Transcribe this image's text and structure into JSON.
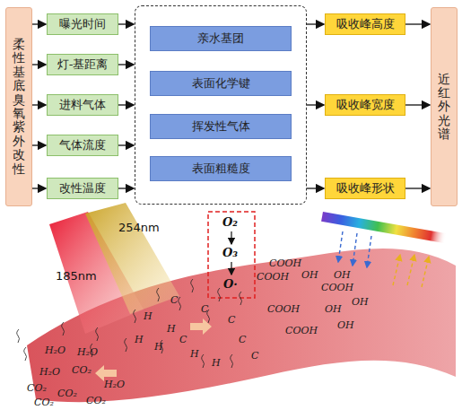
{
  "diagram": {
    "nodes": [
      {
        "text": [
          "柔性基底臭氧紫外改性"
        ]
      },
      {
        "text": [
          "曝光时间"
        ]
      },
      {
        "text": [
          "灯-基距离"
        ]
      },
      {
        "text": [
          "进料气体"
        ]
      },
      {
        "text": [
          "气体流度"
        ]
      },
      {
        "text": [
          "改性温度"
        ]
      },
      {
        "text": []
      },
      {
        "text": [
          "亲水基团"
        ],
        "in": 6
      },
      {
        "text": [
          "表面化学键"
        ],
        "in": 6
      },
      {
        "text": [
          "挥发性气体"
        ],
        "in": 6
      },
      {
        "text": [
          "表面粗糙度"
        ],
        "in": 6
      },
      {
        "text": [
          "吸收峰高度"
        ]
      },
      {
        "text": [
          "吸收峰宽度"
        ]
      },
      {
        "text": [
          "吸收峰形状"
        ]
      },
      {
        "text": [
          "近红外光谱"
        ]
      }
    ],
    "edges": [
      {
        "from": 0,
        "to": 1,
        "arrow": "to"
      },
      {
        "from": 0,
        "to": 2,
        "arrow": "to"
      },
      {
        "from": 0,
        "to": 3,
        "arrow": "to"
      },
      {
        "from": 0,
        "to": 4,
        "arrow": "to"
      },
      {
        "from": 0,
        "to": 5,
        "arrow": "to"
      },
      {
        "from": 1,
        "to": 6,
        "arrow": "to"
      },
      {
        "from": 2,
        "to": 6,
        "arrow": "to"
      },
      {
        "from": 3,
        "to": 6,
        "arrow": "to"
      },
      {
        "from": 4,
        "to": 6,
        "arrow": "to"
      },
      {
        "from": 5,
        "to": 6,
        "arrow": "to"
      },
      {
        "from": 6,
        "to": 11,
        "arrow": "to"
      },
      {
        "from": 6,
        "to": 12,
        "arrow": "to"
      },
      {
        "from": 6,
        "to": 13,
        "arrow": "to"
      },
      {
        "from": 11,
        "to": 14,
        "arrow": "to"
      },
      {
        "from": 12,
        "to": 14,
        "arrow": "to"
      },
      {
        "from": 13,
        "to": 14,
        "arrow": "to"
      }
    ],
    "labels": [
      "185nm",
      "254nm",
      "O₂",
      "O₃",
      "O·",
      "COOH",
      "COOH",
      "COOH",
      "COOH",
      "COOH",
      "OH",
      "OH",
      "OH",
      "OH",
      "OH",
      "H",
      "H",
      "H",
      "H",
      "H",
      "H",
      "C",
      "C",
      "C",
      "C",
      "C",
      "C",
      "H₂O",
      "H₂O",
      "H₂O",
      "H₂O",
      "CO₂",
      "CO₂",
      "CO₂",
      "CO₂",
      "CO₂"
    ]
  }
}
